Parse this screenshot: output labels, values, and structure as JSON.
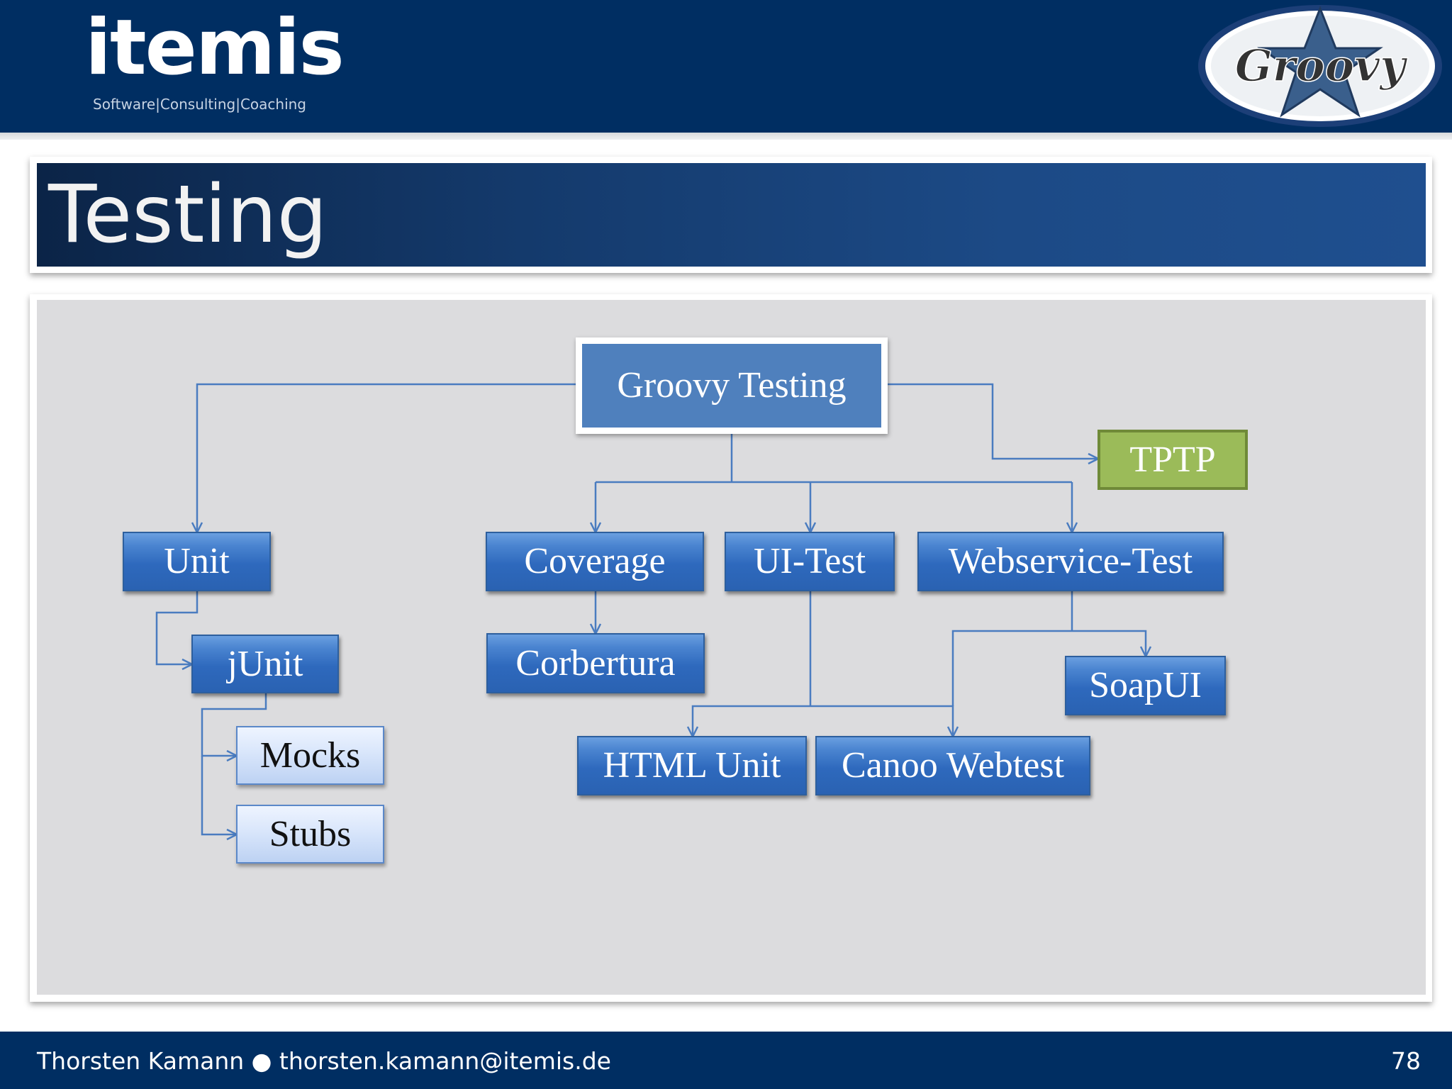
{
  "header": {
    "logo_text": "itemis",
    "logo_tagline": "Software|Consulting|Coaching",
    "groovy_logo_text": "Groovy",
    "colors": {
      "band": "#002e62"
    }
  },
  "slide": {
    "title": "Testing"
  },
  "diagram": {
    "nodes": {
      "groovy_testing": "Groovy Testing",
      "tptp": "TPTP",
      "unit": "Unit",
      "junit": "jUnit",
      "mocks": "Mocks",
      "stubs": "Stubs",
      "coverage": "Coverage",
      "corbertura": "Corbertura",
      "ui_test": "UI-Test",
      "webservice_test": "Webservice-Test",
      "soapui": "SoapUI",
      "html_unit": "HTML Unit",
      "canoo_webtest": "Canoo Webtest"
    },
    "edges": [
      [
        "groovy_testing",
        "unit"
      ],
      [
        "groovy_testing",
        "tptp"
      ],
      [
        "groovy_testing",
        "coverage"
      ],
      [
        "groovy_testing",
        "ui_test"
      ],
      [
        "groovy_testing",
        "webservice_test"
      ],
      [
        "unit",
        "junit"
      ],
      [
        "junit",
        "mocks"
      ],
      [
        "junit",
        "stubs"
      ],
      [
        "coverage",
        "corbertura"
      ],
      [
        "ui_test",
        "html_unit"
      ],
      [
        "ui_test",
        "canoo_webtest"
      ],
      [
        "webservice_test",
        "canoo_webtest"
      ],
      [
        "webservice_test",
        "soapui"
      ]
    ],
    "colors": {
      "node_blue": "#2e69bd",
      "root_fill": "#4f80bd",
      "tptp_fill": "#9bbb59",
      "light_fill": "#d9e6fb",
      "connector": "#4a7cc0",
      "panel": "#dcdcde"
    }
  },
  "footer": {
    "author_line": "Thorsten Kamann ● thorsten.kamann@itemis.de",
    "page_number": "78"
  }
}
